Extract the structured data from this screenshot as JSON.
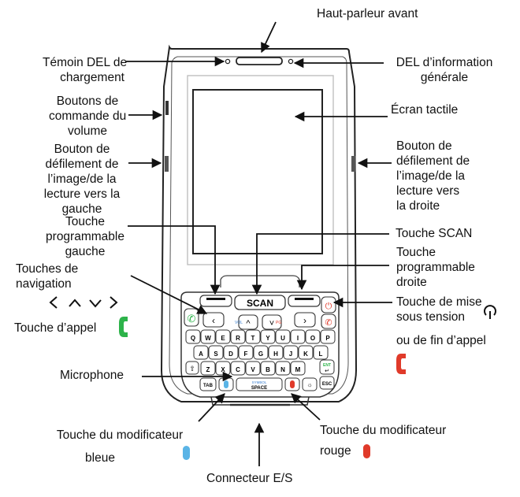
{
  "labels": {
    "front_speaker": "Haut-parleur avant",
    "charge_led": [
      "Témoin DEL de",
      "chargement"
    ],
    "info_led": [
      "DEL d’information",
      "générale"
    ],
    "volume_buttons": [
      "Boutons de",
      "commande du",
      "volume"
    ],
    "touch_screen": "Écran tactile",
    "scroll_left": [
      "Bouton de",
      "défilement de",
      "l’image/de la",
      "lecture vers la",
      "gauche"
    ],
    "scroll_right": [
      "Bouton de",
      "défilement de",
      "l’image/de la",
      "lecture vers",
      "la droite"
    ],
    "soft_key_left": [
      "Touche",
      "programmable",
      "gauche"
    ],
    "scan_key": "Touche SCAN",
    "soft_key_right": [
      "Touche",
      "programmable",
      "droite"
    ],
    "nav_keys": [
      "Touches de",
      "navigation"
    ],
    "power_key": [
      "Touche de mise",
      "sous tension"
    ],
    "end_call": "ou de fin d’appel",
    "call_key": "Touche d’appel",
    "microphone": "Microphone",
    "blue_modifier": [
      "Touche du modificateur",
      "bleue"
    ],
    "red_modifier": [
      "Touche du modificateur",
      "rouge"
    ],
    "io_connector": "Connecteur E/S"
  },
  "keypad": {
    "scan": "SCAN",
    "vol": "VOL",
    "pg": "PG",
    "row1": [
      "Q",
      "W",
      "E",
      "R",
      "T",
      "Y",
      "U",
      "I",
      "O",
      "P"
    ],
    "row2": [
      "A",
      "S",
      "D",
      "F",
      "G",
      "H",
      "J",
      "K",
      "L"
    ],
    "row3": [
      "Z",
      "X",
      "C",
      "V",
      "B",
      "N",
      "M"
    ],
    "tab": "TAB",
    "symbol": "SYMBOL",
    "space": "SPACE",
    "esc": "ESC",
    "ent": "ENT"
  },
  "nav_symbols": "‹ ^ ˅ ›",
  "colors": {
    "call_green": "#2db34a",
    "modifier_blue": "#5ab4e6",
    "modifier_red": "#e03a2a",
    "outline": "#222222"
  },
  "icons": [
    "speaker-icon",
    "power-icon",
    "phone-green-icon",
    "phone-red-icon",
    "blue-pill-icon",
    "red-pill-icon"
  ]
}
